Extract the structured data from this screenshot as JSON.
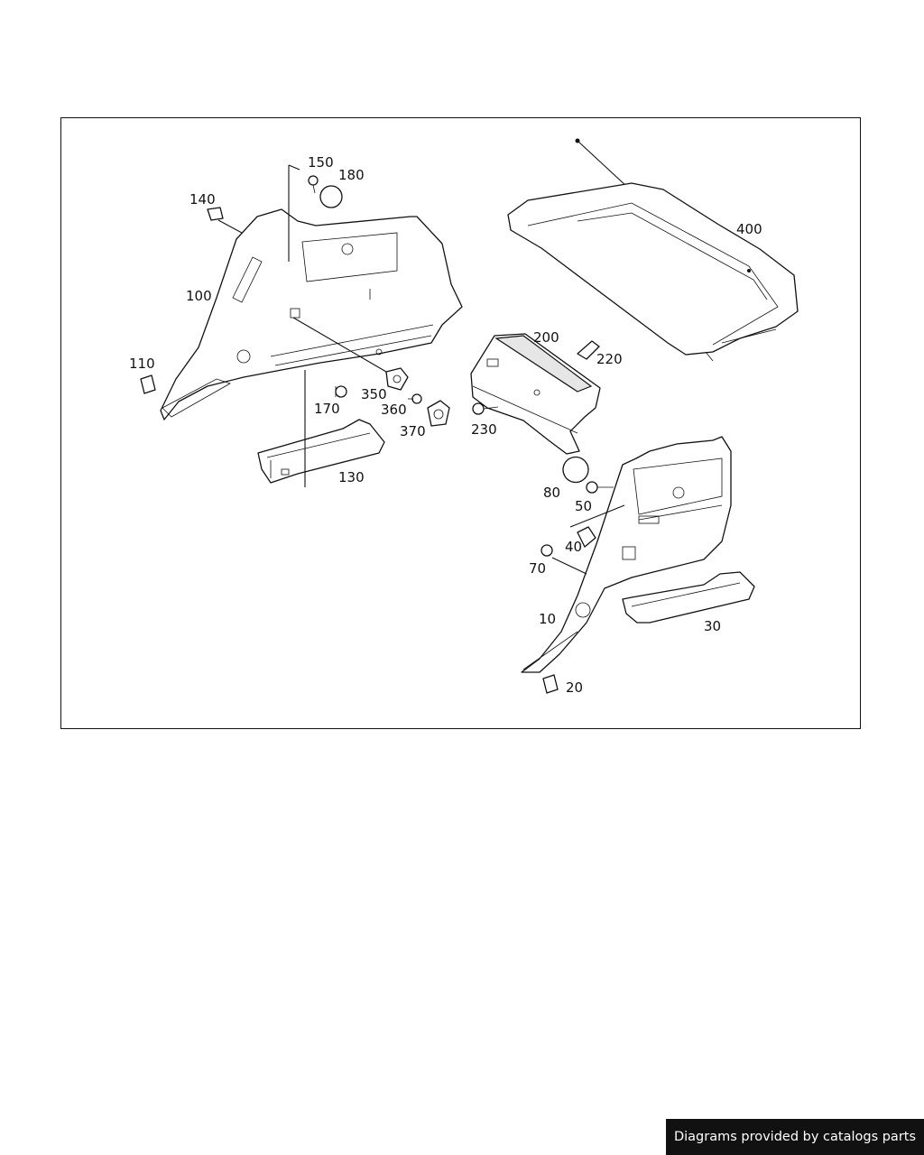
{
  "diagram": {
    "callouts": [
      {
        "id": "150",
        "label": "150"
      },
      {
        "id": "180",
        "label": "180"
      },
      {
        "id": "140",
        "label": "140"
      },
      {
        "id": "100",
        "label": "100"
      },
      {
        "id": "110",
        "label": "110"
      },
      {
        "id": "350",
        "label": "350"
      },
      {
        "id": "170",
        "label": "170"
      },
      {
        "id": "360",
        "label": "360"
      },
      {
        "id": "370",
        "label": "370"
      },
      {
        "id": "130",
        "label": "130"
      },
      {
        "id": "400",
        "label": "400"
      },
      {
        "id": "200",
        "label": "200"
      },
      {
        "id": "220",
        "label": "220"
      },
      {
        "id": "230",
        "label": "230"
      },
      {
        "id": "80",
        "label": "80"
      },
      {
        "id": "50",
        "label": "50"
      },
      {
        "id": "40",
        "label": "40"
      },
      {
        "id": "70",
        "label": "70"
      },
      {
        "id": "10",
        "label": "10"
      },
      {
        "id": "30",
        "label": "30"
      },
      {
        "id": "20",
        "label": "20"
      }
    ]
  },
  "footer": {
    "credit": "Diagrams provided by catalogs parts"
  }
}
